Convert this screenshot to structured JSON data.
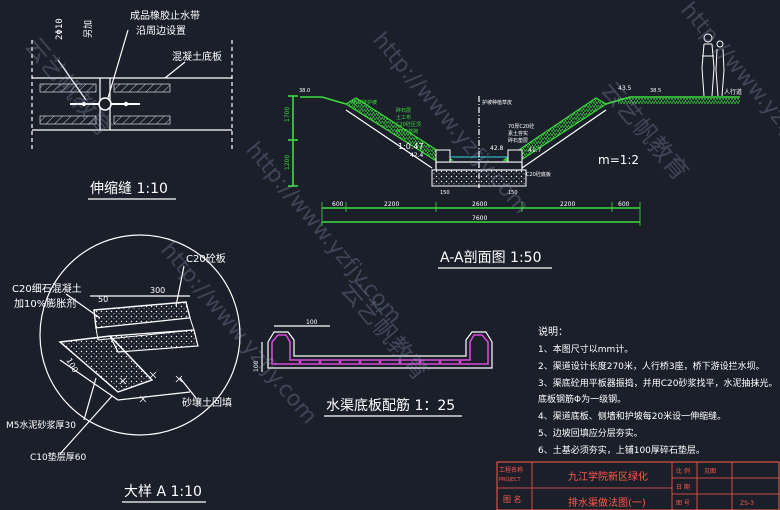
{
  "detail_expansion_joint": {
    "title": "伸缩缝 1:10",
    "label_rebar": "2Φ10",
    "label_rebar_suffix": "另加",
    "label_waterstop_1": "成品橡胶止水带",
    "label_waterstop_2": "沿周边设置",
    "label_concrete": "混凝土底板"
  },
  "section_aa": {
    "title": "A-A剖面图 1:50",
    "slope_label": "m=1:2",
    "slope_left": "1:0.47",
    "dims_bottom": [
      "600",
      "2200",
      "2600",
      "2200",
      "600"
    ],
    "dim_total": "7600",
    "dim_small": [
      "150",
      "150"
    ],
    "dims_left": [
      "1700",
      "1200"
    ],
    "level_left": "38.0",
    "level_right": "38.5",
    "label_sidewalk": "人行道",
    "elevation_labels": [
      "42.4",
      "42.8",
      "41.7",
      "43.5"
    ],
    "annotations_left": [
      "植草砖护坡",
      "碎石层",
      "土工布",
      "C20砼压顶",
      "M7.5浆砌"
    ],
    "annotations_mid": [
      "护坡种植草皮",
      "70厚C20砼",
      "素土夯实",
      "碎石垫层"
    ],
    "note_water": "C20砼底板"
  },
  "detail_a": {
    "title": "大样 A  1:10",
    "label_c20_slab": "C20砼板",
    "label_c20_fine_1": "C20细石混凝土",
    "label_c20_fine_2": "加10%膨胀剂",
    "dim_50": "50",
    "dim_300": "300",
    "dim_side": "100",
    "label_backfill": "砂壤土回填",
    "label_m5": "M5水泥砂浆厚30",
    "label_c10": "C10垫层厚60"
  },
  "channel_slab": {
    "title": "水渠底板配筋 1：25",
    "dim_left": "100",
    "dim_top": "100"
  },
  "notes": {
    "heading": "说明：",
    "items": [
      "1、本图尺寸以mm计。",
      "2、渠道设计长度270米，人行桥3座，桥下游设拦水坝。",
      "3、渠底砼用平板器振捣，并用C20砂浆找平，水泥抽抹光。",
      "   底板钢筋Φ为一级钢。",
      "4、渠道底板、侧墙和护坡每20米设一伸缩缝。",
      "5、边坡回填应分层夯实。",
      "6、土基必须夯实，上铺100厚碎石垫层。"
    ]
  },
  "title_block": {
    "project_label": "工程名称",
    "project_label_en": "PROJECT",
    "project_name": "九江学院新区绿化",
    "drawing_label": "图  名",
    "drawing_name": "排水渠做法图(一)",
    "row_labels": [
      "比 例",
      "日 期",
      "图 号"
    ],
    "row_values": [
      "见图",
      "",
      "ZS-3"
    ]
  },
  "watermark": {
    "domain": "http://www.yzfjy.com",
    "brand": "云艺帆教育"
  },
  "colors": {
    "background": "#1b1f2a",
    "line": "#ffffff",
    "green": "#3ddc3d",
    "cyan": "#35d8e8",
    "magenta": "#d84ad8",
    "red_text": "#ff5a4a"
  }
}
